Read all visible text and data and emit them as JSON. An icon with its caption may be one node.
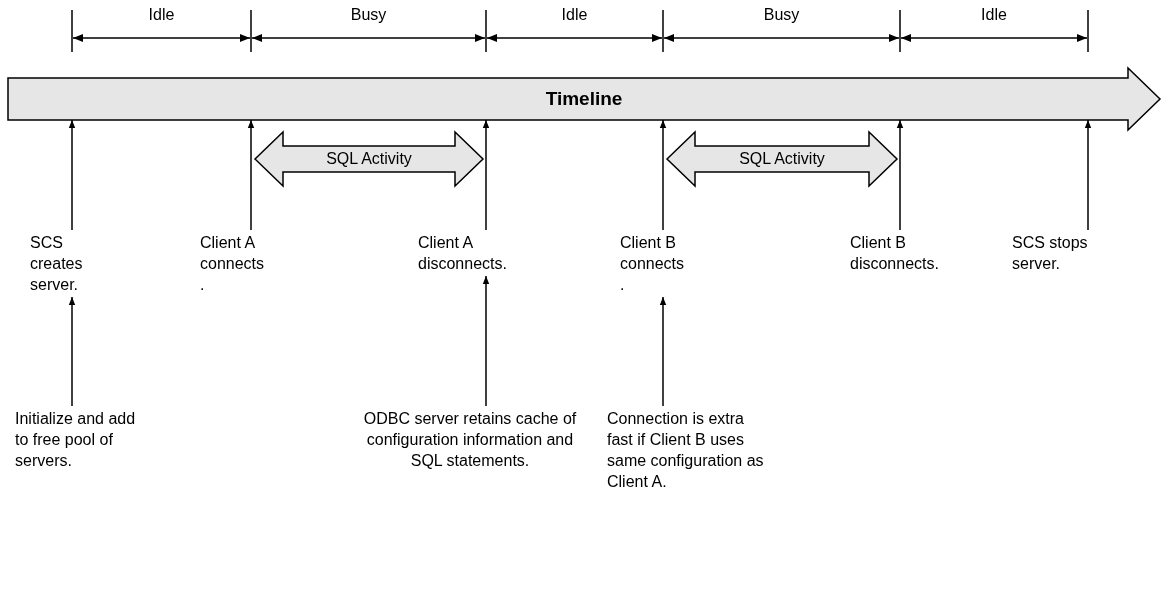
{
  "diagram": {
    "nodes": [
      {
        "text": [
          "Timeline"
        ]
      },
      {
        "text": [
          "SQL Activity"
        ]
      },
      {
        "text": [
          "SQL Activity"
        ]
      },
      {
        "text": [
          "SCS creates server."
        ]
      },
      {
        "text": [
          "Client A connects ."
        ]
      },
      {
        "text": [
          "Client A disconnects."
        ]
      },
      {
        "text": [
          "Client B connects ."
        ]
      },
      {
        "text": [
          "Client B disconnects."
        ]
      },
      {
        "text": [
          "SCS stops server."
        ]
      },
      {
        "text": [
          "Initialize and add to free pool of servers."
        ]
      },
      {
        "text": [
          "ODBC server retains cache of configuration information and SQL statements."
        ]
      },
      {
        "text": [
          "Connection is extra fast if Client B uses same configuration as Client A."
        ]
      }
    ],
    "edges": [
      {
        "from": 3,
        "to": 0,
        "arrow": "to"
      },
      {
        "from": 4,
        "to": 0,
        "arrow": "to"
      },
      {
        "from": 5,
        "to": 0,
        "arrow": "to"
      },
      {
        "from": 6,
        "to": 0,
        "arrow": "to"
      },
      {
        "from": 7,
        "to": 0,
        "arrow": "to"
      },
      {
        "from": 8,
        "to": 0,
        "arrow": "to"
      },
      {
        "from": 9,
        "to": 3,
        "arrow": "to"
      },
      {
        "from": 10,
        "to": 5,
        "arrow": "to"
      },
      {
        "from": 11,
        "to": 6,
        "arrow": "to"
      }
    ],
    "labels": [
      "Idle",
      "Busy",
      "Idle",
      "Busy",
      "Idle"
    ]
  }
}
